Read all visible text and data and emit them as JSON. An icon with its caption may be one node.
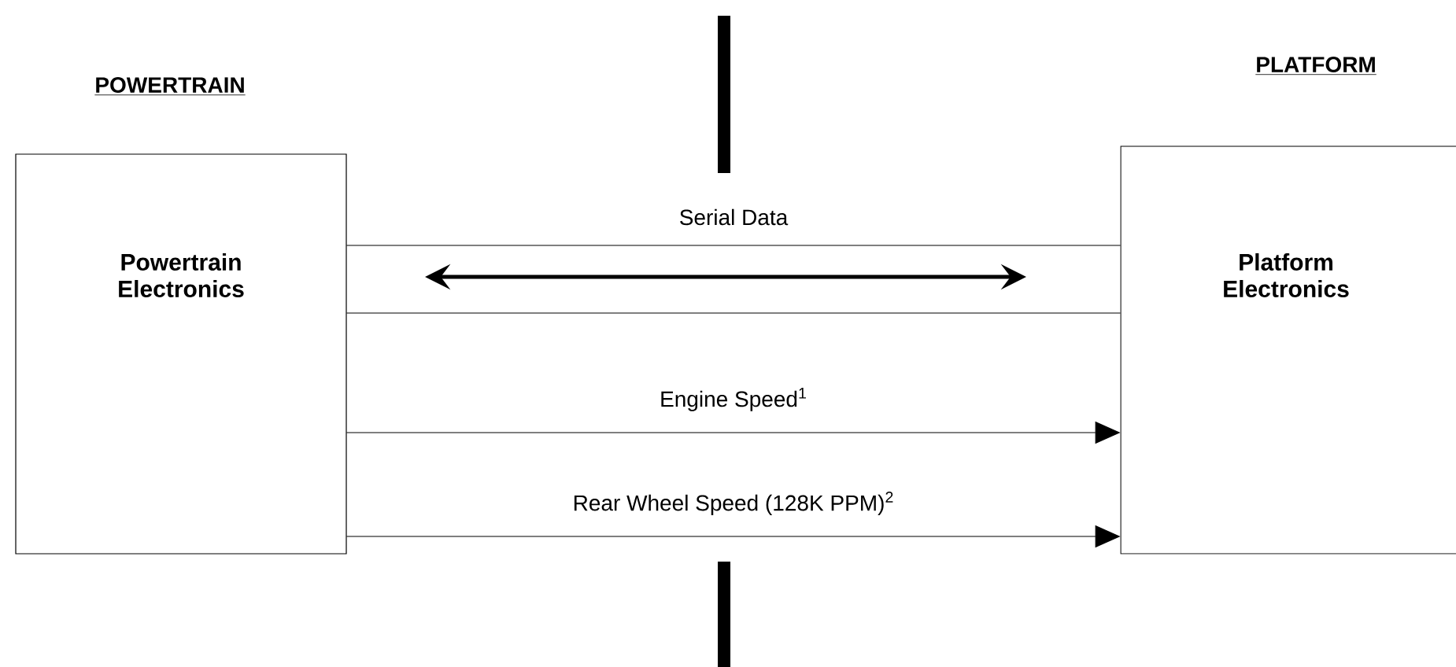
{
  "diagram": {
    "nodes": [
      {
        "text": [
          "Powertrain Electronics"
        ]
      },
      {
        "text": [
          "Platform Electronics"
        ]
      }
    ],
    "edges": [
      {
        "from": 0,
        "to": 1,
        "arrow": "none",
        "label": "Serial Data"
      },
      {
        "from": 0,
        "to": 1,
        "arrow": "none"
      },
      {
        "from": 0,
        "to": 1,
        "arrow": "to",
        "label": "Engine Speed$^{1}$"
      },
      {
        "from": 0,
        "to": 1,
        "arrow": "to",
        "label": "Rear Wheel Speed (128K PPM)$^{2}$"
      }
    ],
    "labels": [
      "POWERTRAIN",
      "PLATFORM"
    ]
  }
}
